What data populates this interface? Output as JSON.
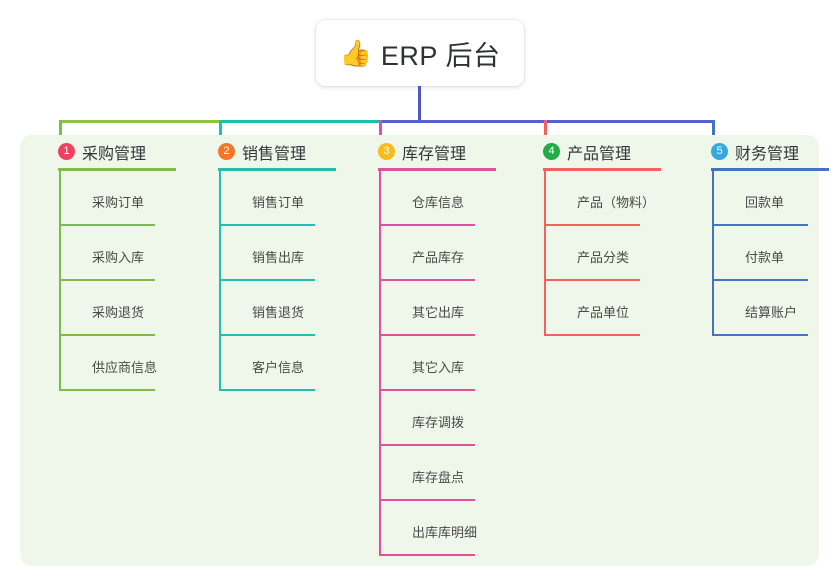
{
  "root": {
    "emoji": "👍",
    "emoji_name": "thumbs-up-icon",
    "title": "ERP 后台"
  },
  "palette": {
    "panel_background": "#eef7e9",
    "page_background": "#ffffff",
    "root_stem": "#4e55c8",
    "bus_left": "#8cc63f",
    "bus_middle": "#19bfae",
    "bus_right": "#5a5fd0"
  },
  "columns": [
    {
      "index": "1",
      "title": "采购管理",
      "badge_color": "#f0415f",
      "line_color": "#7dbb4c",
      "items": [
        "采购订单",
        "采购入库",
        "采购退货",
        "供应商信息"
      ]
    },
    {
      "index": "2",
      "title": "销售管理",
      "badge_color": "#f2772a",
      "line_color": "#1fc0b0",
      "items": [
        "销售订单",
        "销售出库",
        "销售退货",
        "客户信息"
      ]
    },
    {
      "index": "3",
      "title": "库存管理",
      "badge_color": "#fbbc18",
      "line_color": "#e0509f",
      "items": [
        "仓库信息",
        "产品库存",
        "其它出库",
        "其它入库",
        "库存调拨",
        "库存盘点",
        "出库库明细"
      ]
    },
    {
      "index": "4",
      "title": "产品管理",
      "badge_color": "#22ac48",
      "line_color": "#f4615c",
      "items": [
        "产品（物料）",
        "产品分类",
        "产品单位"
      ]
    },
    {
      "index": "5",
      "title": "财务管理",
      "badge_color": "#36a9e1",
      "line_color": "#4472c4",
      "items": [
        "回款单",
        "付款单",
        "结算账户"
      ]
    }
  ]
}
